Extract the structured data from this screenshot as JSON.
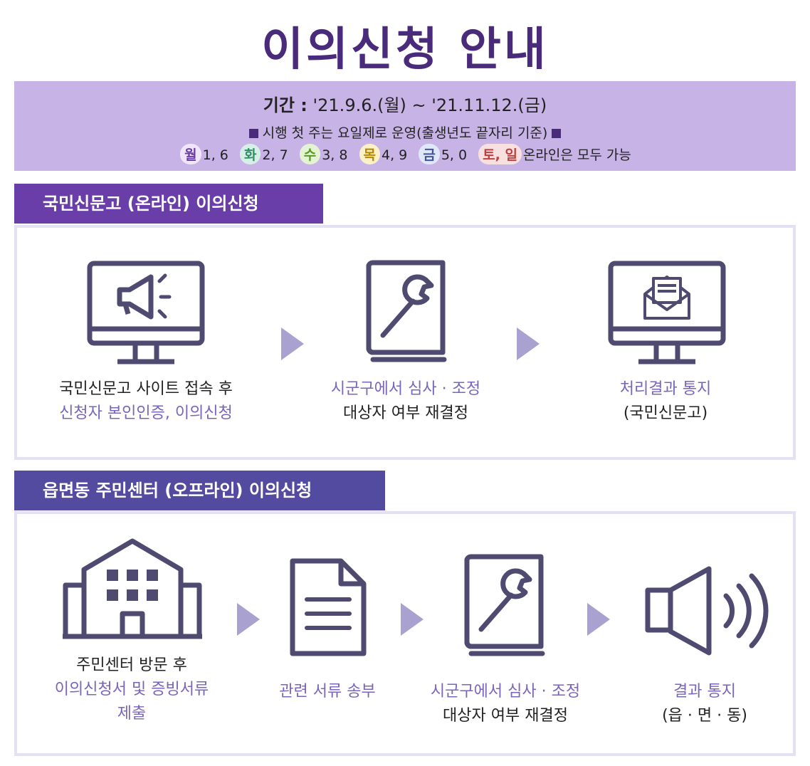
{
  "title": "이의신청 안내",
  "period": {
    "label": "기간 :",
    "dates": "'21.9.6.(월) ~ '21.11.12.(금)",
    "rule": "시행 첫 주는 요일제로 운영(출생년도 끝자리 기준)",
    "days": [
      {
        "day": "월",
        "nums": "1, 6"
      },
      {
        "day": "화",
        "nums": "2, 7"
      },
      {
        "day": "수",
        "nums": "3, 8"
      },
      {
        "day": "목",
        "nums": "4, 9"
      },
      {
        "day": "금",
        "nums": "5, 0"
      }
    ],
    "weekend": "토, 일",
    "weekend_note": "온라인은 모두 가능"
  },
  "online": {
    "heading": "국민신문고 (온라인) 이의신청",
    "steps": [
      {
        "icon": "monitor-megaphone-icon",
        "line1": "국민신문고 사이트 접속 후",
        "line2": "신청자 본인인증, 이의신청"
      },
      {
        "icon": "book-wrench-icon",
        "line1": "시군구에서 심사 · 조정",
        "line2": "대상자 여부 재결정"
      },
      {
        "icon": "monitor-mail-icon",
        "line1": "처리결과 통지",
        "line2": "(국민신문고)"
      }
    ]
  },
  "offline": {
    "heading": "읍면동 주민센터 (오프라인) 이의신청",
    "steps": [
      {
        "icon": "building-icon",
        "line1": "주민센터 방문 후",
        "line2": "이의신청서 및 증빙서류",
        "line3": "제출"
      },
      {
        "icon": "document-icon",
        "line1": "관련 서류 송부"
      },
      {
        "icon": "book-wrench-icon",
        "line1": "시군구에서 심사 · 조정",
        "line2": "대상자 여부 재결정"
      },
      {
        "icon": "speaker-icon",
        "line1": "결과 통지",
        "line2": "(읍 · 면 · 동)"
      }
    ]
  },
  "colors": {
    "title": "#4a2a7a",
    "band": "#c7b3e6",
    "online_head": "#6a3ea8",
    "offline_head": "#524ba0",
    "icon": "#4f4a70",
    "arrow": "#a9a1d0",
    "highlight": "#7766bb"
  }
}
